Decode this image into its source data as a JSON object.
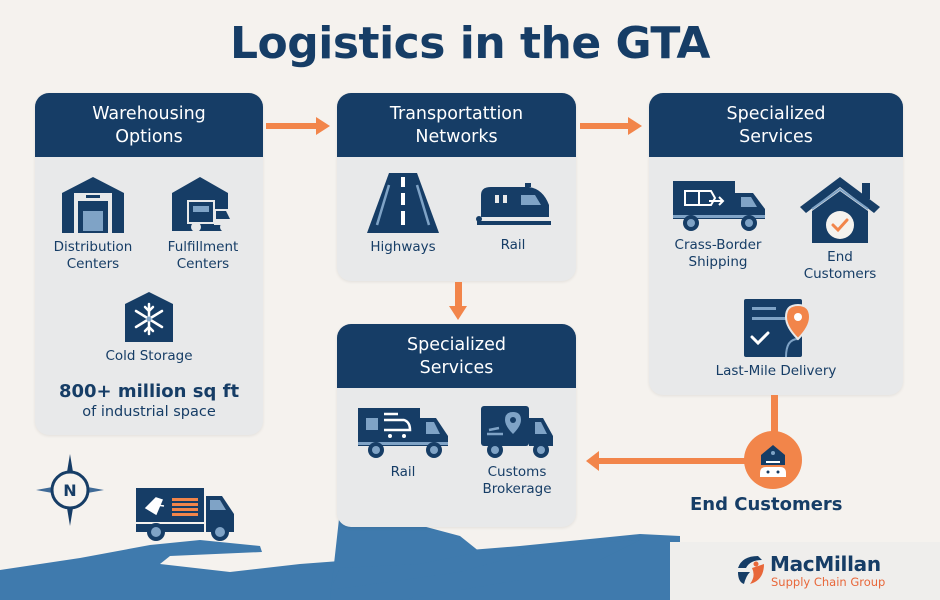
{
  "title": "Logistics in the GTA",
  "colors": {
    "navy": "#163d66",
    "orange": "#f2854a",
    "card_bg": "#e8e9ea",
    "page_bg": "#f5f2ee",
    "water": "#3f7aad"
  },
  "cards": {
    "warehousing": {
      "title_line1": "Warehousing",
      "title_line2": "Options",
      "items": [
        {
          "icon": "warehouse-icon",
          "line1": "Distribution",
          "line2": "Centers"
        },
        {
          "icon": "fulfillment-truck-icon",
          "line1": "Fulfillment",
          "line2": "Centers"
        },
        {
          "icon": "snowflake-icon",
          "line1": "Cold Storage",
          "line2": ""
        }
      ],
      "stat_value": "800+ million sq ft",
      "stat_label": "of industrial space"
    },
    "transportation": {
      "title_line1": "Transportattion",
      "title_line2": "Networks",
      "items": [
        {
          "icon": "highway-icon",
          "line1": "Highways"
        },
        {
          "icon": "train-icon",
          "line1": "Rail"
        }
      ]
    },
    "specialized_top": {
      "title_line1": "Specialized",
      "title_line2": "Services",
      "items": [
        {
          "icon": "truck-icon",
          "line1": "Crass-Border",
          "line2": "Shipping"
        },
        {
          "icon": "house-check-icon",
          "line1": "End",
          "line2": "Customers"
        },
        {
          "icon": "delivery-map-icon",
          "line1": "Last-Mile Delivery"
        }
      ]
    },
    "specialized_mid": {
      "title_line1": "Specialized",
      "title_line2": "Services",
      "items": [
        {
          "icon": "rail-truck-icon",
          "line1": "Rail"
        },
        {
          "icon": "customs-truck-icon",
          "line1": "Customs",
          "line2": "Brokerage"
        }
      ]
    }
  },
  "end_node": {
    "icon": "home-car-icon",
    "label": "End Customers"
  },
  "logo": {
    "name": "MacMillan",
    "subtitle": "Supply Chain Group"
  },
  "decor": {
    "compass_label": "N"
  }
}
